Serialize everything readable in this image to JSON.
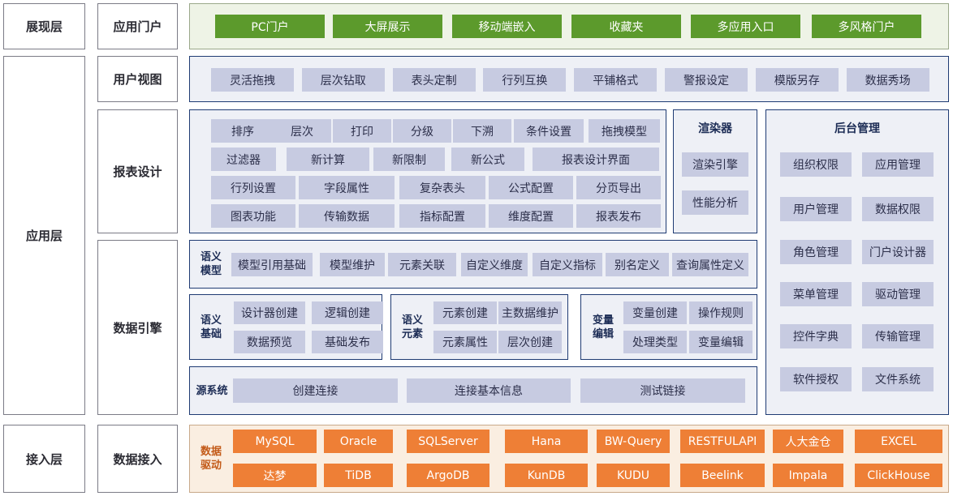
{
  "left_labels": [
    "展现层",
    "应用层",
    "接入层"
  ],
  "section_labels": [
    "应用门户",
    "用户视图",
    "报表设计",
    "数据引擎",
    "数据接入"
  ],
  "portal_items": [
    "PC门户",
    "大屏展示",
    "移动端嵌入",
    "收藏夹",
    "多应用入口",
    "多风格门户"
  ],
  "user_view_items": [
    "灵活拖拽",
    "层次钻取",
    "表头定制",
    "行列互换",
    "平铺格式",
    "警报设定",
    "模版另存",
    "数据秀场"
  ],
  "report_rows": [
    [
      "排序",
      "层次",
      "打印",
      "分级",
      "下溯",
      "条件设置",
      "拖拽模型"
    ],
    [
      "过滤器",
      "新计算",
      "新限制",
      "新公式",
      "报表设计界面"
    ],
    [
      "行列设置",
      "字段属性",
      "复杂表头",
      "公式配置",
      "分页导出"
    ],
    [
      "图表功能",
      "传输数据",
      "指标配置",
      "维度配置",
      "报表发布"
    ]
  ],
  "renderer": {
    "title": "渲染器",
    "items": [
      "渲染引擎",
      "性能分析"
    ]
  },
  "backend": {
    "title": "后台管理",
    "items": [
      "组织权限",
      "应用管理",
      "用户管理",
      "数据权限",
      "角色管理",
      "门户设计器",
      "菜单管理",
      "驱动管理",
      "控件字典",
      "传输管理",
      "软件授权",
      "文件系统"
    ]
  },
  "semantic_model": {
    "title": "语义模型",
    "items": [
      "模型引用基础",
      "模型维护",
      "元素关联",
      "自定义维度",
      "自定义指标",
      "别名定义",
      "查询属性定义"
    ]
  },
  "semantic_base": {
    "title": "语义基础",
    "items": [
      "设计器创建",
      "逻辑创建",
      "数据预览",
      "基础发布"
    ]
  },
  "semantic_element": {
    "title": "语义元素",
    "items": [
      "元素创建",
      "主数据维护",
      "元素属性",
      "层次创建"
    ]
  },
  "variable_edit": {
    "title": "变量编辑",
    "items": [
      "变量创建",
      "操作规则",
      "处理类型",
      "变量编辑"
    ]
  },
  "source_system": {
    "title": "源系统",
    "items": [
      "创建连接",
      "连接基本信息",
      "测试链接"
    ]
  },
  "drivers": {
    "title": "数据驱动",
    "row1": [
      "MySQL",
      "Oracle",
      "SQLServer",
      "Hana",
      "BW-Query",
      "RESTFULAPI",
      "人大金仓",
      "EXCEL"
    ],
    "row2": [
      "达梦",
      "TiDB",
      "ArgoDB",
      "KunDB",
      "KUDU",
      "Beelink",
      "Impala",
      "ClickHouse"
    ]
  }
}
